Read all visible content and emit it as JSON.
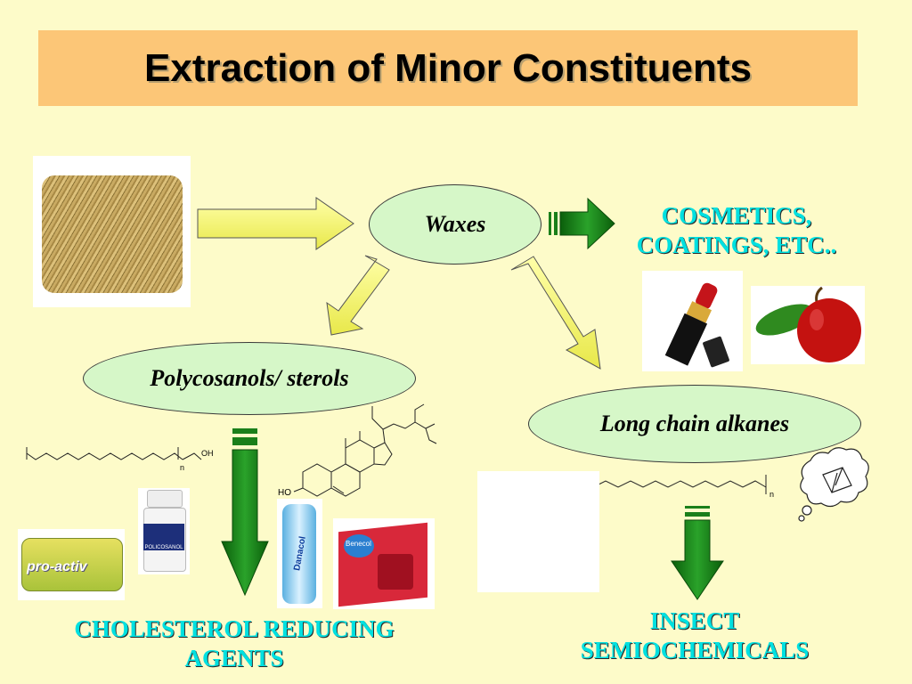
{
  "title": "Extraction of Minor Constituents",
  "nodes": {
    "waxes": "Waxes",
    "polycosanols": "Polycosanols/ sterols",
    "alkanes": "Long chain alkanes"
  },
  "outputs": {
    "cosmetics_line1": "COSMETICS,",
    "cosmetics_line2": "COATINGS, ETC..",
    "cholesterol_line1": "CHOLESTEROL REDUCING",
    "cholesterol_line2": "AGENTS",
    "insect_line1": "INSECT",
    "insect_line2": "SEMIOCHEMICALS"
  },
  "chem": {
    "oh": "OH",
    "ho": "HO",
    "n1": "n",
    "n2": "n"
  },
  "products": {
    "tub_brand": "pro-activ",
    "bottle_label": "POLICOSANOL",
    "drink_label": "Danacol",
    "box_brand": "Benecol"
  },
  "colors": {
    "background": "#fdfbc9",
    "title_bar": "#fcc677",
    "ellipse_fill": "#d6f7c8",
    "label_text": "#00e0e0",
    "yellow_arrow": "#f5f56a",
    "green_arrow": "#1a7f1a"
  },
  "icons": [
    "hay-bale-image",
    "lipstick-image",
    "apple-image",
    "thought-bubble-icon"
  ]
}
